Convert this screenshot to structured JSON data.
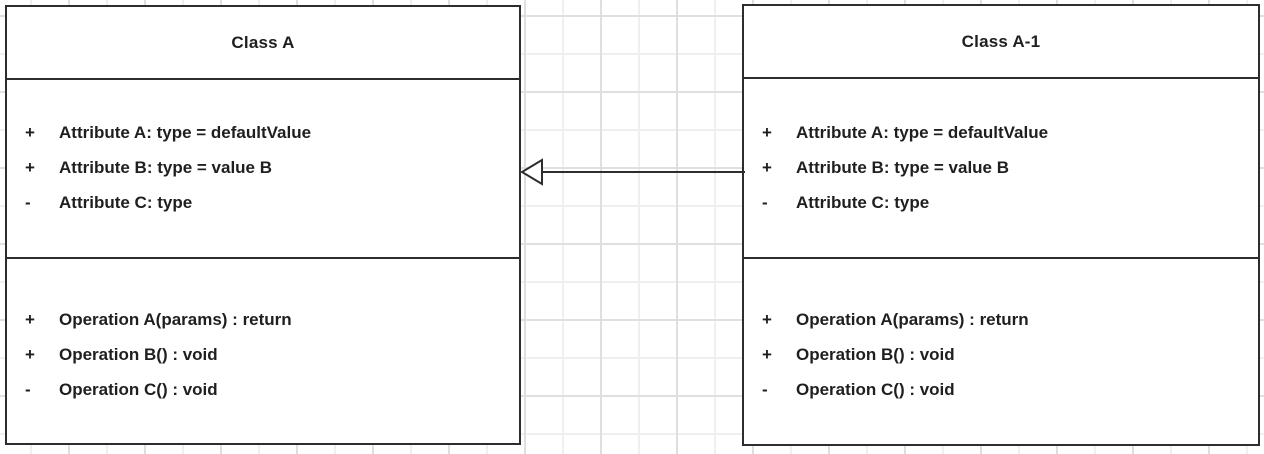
{
  "classes": [
    {
      "name": "Class A",
      "attributes": [
        {
          "visibility": "+",
          "text": "Attribute A: type = defaultValue"
        },
        {
          "visibility": "+",
          "text": "Attribute B: type = value B"
        },
        {
          "visibility": "-",
          "text": "Attribute C: type"
        }
      ],
      "operations": [
        {
          "visibility": "+",
          "text": "Operation A(params) : return"
        },
        {
          "visibility": "+",
          "text": "Operation B() : void"
        },
        {
          "visibility": "-",
          "text": "Operation C() : void"
        }
      ]
    },
    {
      "name": "Class A-1",
      "attributes": [
        {
          "visibility": "+",
          "text": "Attribute A: type = defaultValue"
        },
        {
          "visibility": "+",
          "text": "Attribute B: type = value B"
        },
        {
          "visibility": "-",
          "text": "Attribute C: type"
        }
      ],
      "operations": [
        {
          "visibility": "+",
          "text": "Operation A(params) : return"
        },
        {
          "visibility": "+",
          "text": "Operation B() : void"
        },
        {
          "visibility": "-",
          "text": "Operation C() : void"
        }
      ]
    }
  ],
  "relationship": {
    "type": "inheritance",
    "from": "Class A-1",
    "to": "Class A",
    "arrowhead": "hollow-triangle",
    "direction": "left"
  },
  "colors": {
    "background": "#ffffff",
    "box_fill": "#ffffff",
    "border": "#2d2d2d",
    "text": "#1f1f1f",
    "grid_light": "#efefef",
    "grid_dark": "#dfdfdf",
    "arrow_fill": "#ffffff"
  }
}
